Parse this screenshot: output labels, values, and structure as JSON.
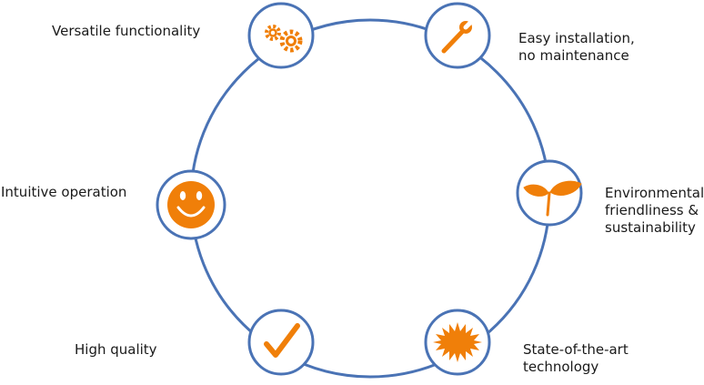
{
  "colors": {
    "ring": "#4a73b5",
    "icon": "#f07f09",
    "text": "#1a1a1a",
    "node_fill": "#ffffff"
  },
  "nodes": [
    {
      "id": "versatile-functionality",
      "icon": "gears-icon",
      "label": "Versatile functionality"
    },
    {
      "id": "easy-installation",
      "icon": "wrench-icon",
      "label": "Easy installation,\nno maintenance"
    },
    {
      "id": "environmental-friendliness",
      "icon": "leaf-sprout-icon",
      "label": "Environmental\nfriendliness &\nsustainability"
    },
    {
      "id": "state-of-the-art",
      "icon": "sunburst-icon",
      "label": "State-of-the-art technology"
    },
    {
      "id": "high-quality",
      "icon": "checkmark-icon",
      "label": "High quality"
    },
    {
      "id": "intuitive-operation",
      "icon": "smiley-icon",
      "label": "Intuitive operation"
    }
  ]
}
